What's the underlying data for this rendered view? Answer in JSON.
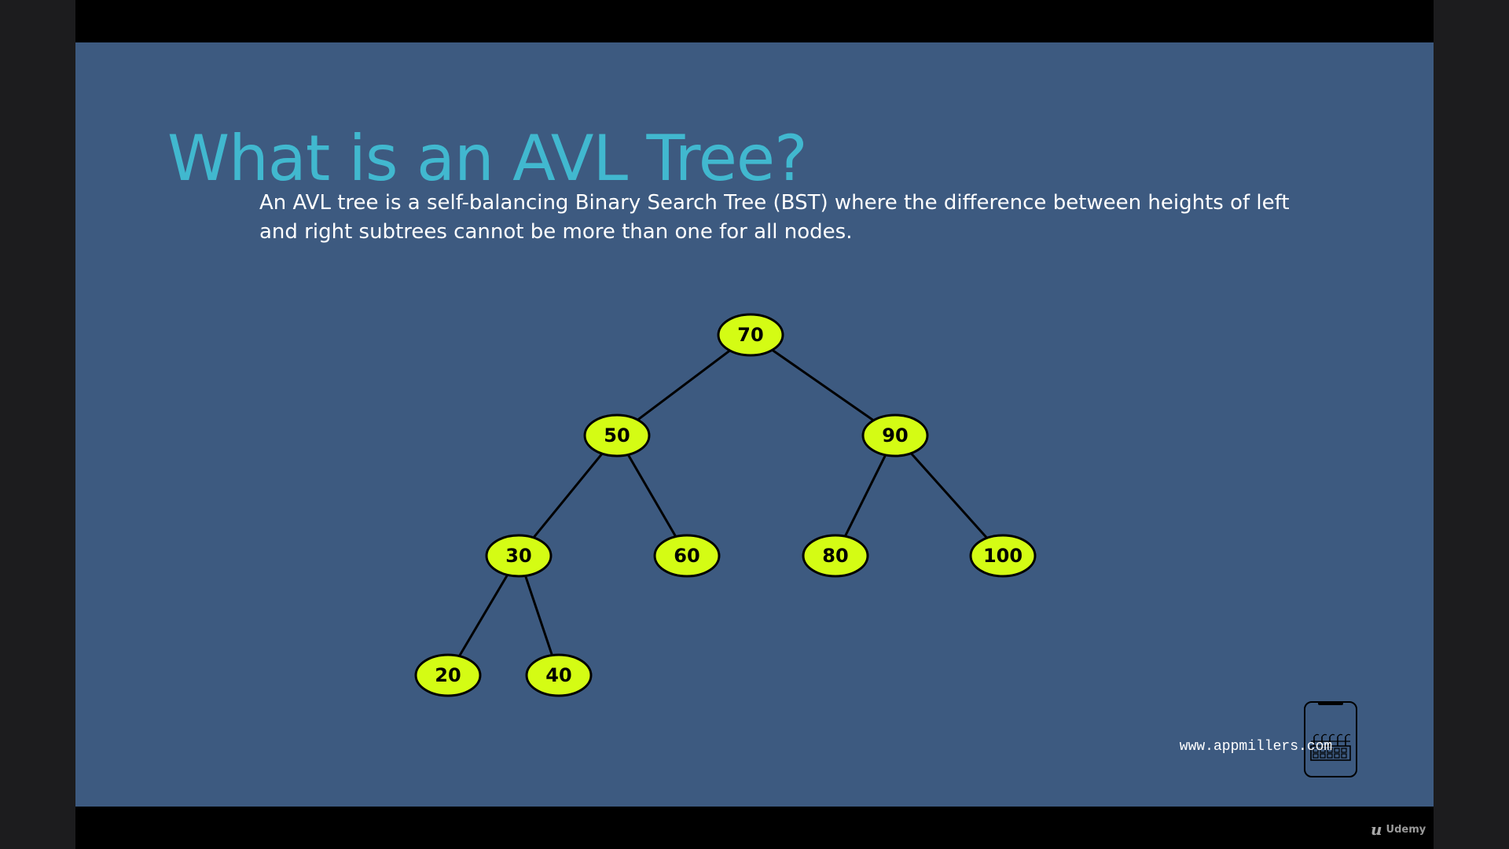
{
  "slide": {
    "title": "What is an AVL Tree?",
    "description": "An AVL tree is a self-balancing Binary Search Tree (BST) where the difference between heights of left and right subtrees cannot be more than one for all nodes."
  },
  "tree": {
    "node_fill": "#d4fc14",
    "node_stroke": "#000000",
    "nodes": [
      {
        "id": "70",
        "label": "70"
      },
      {
        "id": "50",
        "label": "50"
      },
      {
        "id": "90",
        "label": "90"
      },
      {
        "id": "30",
        "label": "30"
      },
      {
        "id": "60",
        "label": "60"
      },
      {
        "id": "80",
        "label": "80"
      },
      {
        "id": "100",
        "label": "100"
      },
      {
        "id": "20",
        "label": "20"
      },
      {
        "id": "40",
        "label": "40"
      }
    ],
    "edges": [
      [
        "70",
        "50"
      ],
      [
        "70",
        "90"
      ],
      [
        "50",
        "30"
      ],
      [
        "50",
        "60"
      ],
      [
        "90",
        "80"
      ],
      [
        "90",
        "100"
      ],
      [
        "30",
        "20"
      ],
      [
        "30",
        "40"
      ]
    ]
  },
  "footer": {
    "website": "www.appmillers.com",
    "logo_icon": "phone-factory-icon"
  },
  "watermark": {
    "icon_glyph": "u",
    "label": "Udemy"
  },
  "colors": {
    "slide_background": "#3d5a80",
    "title": "#41b8cf",
    "text": "#ffffff"
  }
}
